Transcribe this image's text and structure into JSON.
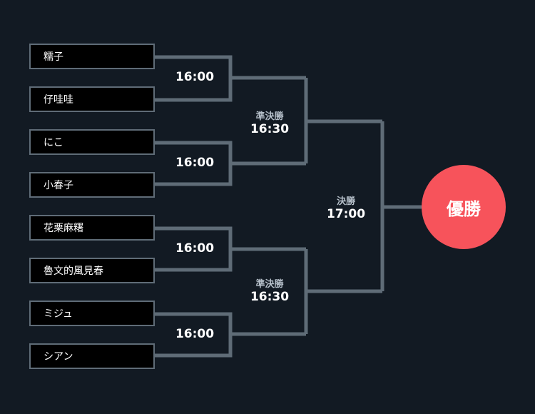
{
  "players": [
    "糯子",
    "仔哇哇",
    "にこ",
    "小春子",
    "花栗麻糬",
    "魯文的風見春",
    "ミジュ",
    "シアン"
  ],
  "quarterfinal_time": "16:00",
  "semifinal": {
    "label": "準決勝",
    "time": "16:30"
  },
  "final": {
    "label": "決勝",
    "time": "17:00"
  },
  "champion_label": "優勝",
  "colors": {
    "line": "#5f6c77",
    "background": "#121a23",
    "champion": "#f7535b"
  }
}
